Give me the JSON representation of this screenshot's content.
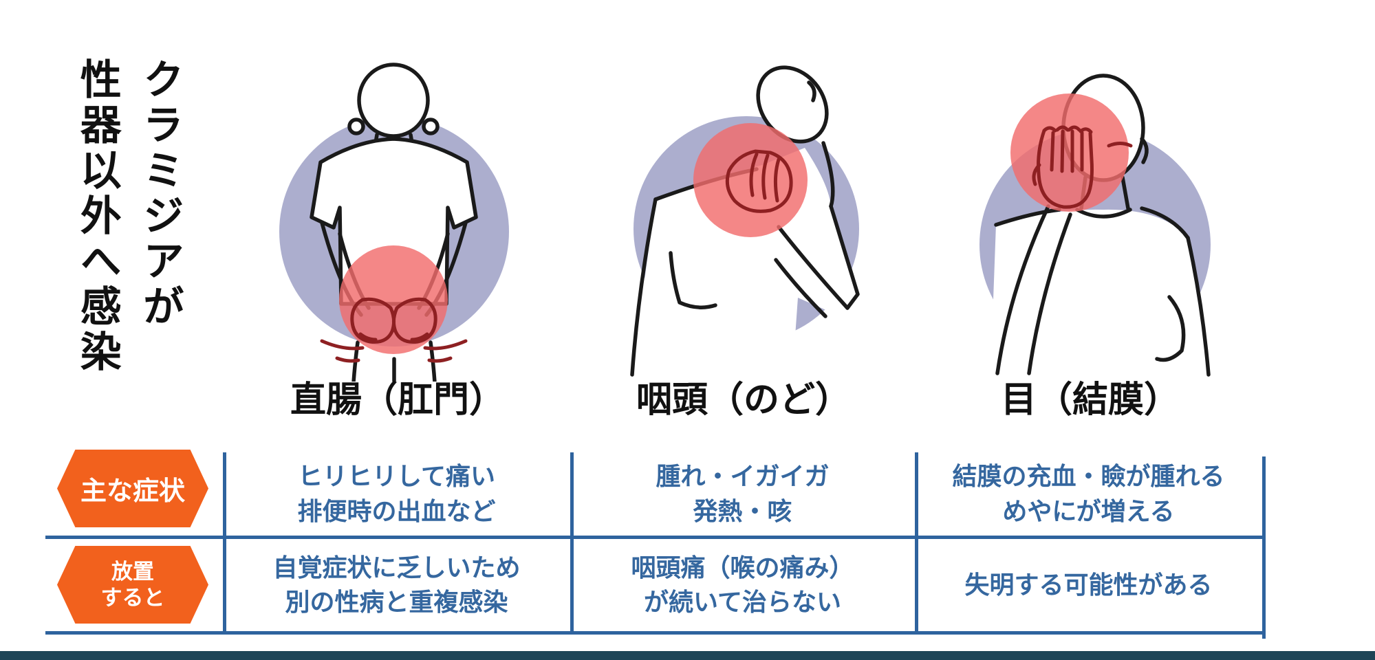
{
  "page": {
    "background": "#FFFFFF",
    "footer_bar_color": "#1E4557"
  },
  "title": {
    "text": "クラミジアが性器以外へ感染",
    "lines": [
      "クラミジアが",
      "性器以外へ感染"
    ]
  },
  "figures": [
    {
      "caption": "直腸（肛門）",
      "illustration": "person-back-view-hands-on-buttocks"
    },
    {
      "caption": "咽頭（のど）",
      "illustration": "person-holding-throat"
    },
    {
      "caption": "目（結膜）",
      "illustration": "person-covering-eye-with-hand"
    }
  ],
  "table": {
    "rows": [
      {
        "badge_lines": [
          "主な症状"
        ],
        "cells": [
          [
            "ヒリヒリして痛い",
            "排便時の出血など"
          ],
          [
            "腫れ・イガイガ",
            "発熱・咳"
          ],
          [
            "結膜の充血・瞼が腫れる",
            "めやにが増える"
          ]
        ]
      },
      {
        "badge_lines": [
          "放置",
          "すると"
        ],
        "cells": [
          [
            "自覚症状に乏しいため",
            "別の性病と重複感染"
          ],
          [
            "咽頭痛（喉の痛み）",
            "が続いて治らない"
          ],
          [
            "失明する可能性がある"
          ]
        ]
      }
    ]
  },
  "colors": {
    "badge_orange": "#F2611D",
    "table_line_blue": "#2E639E",
    "cell_text_blue": "#35679F",
    "highlight_red": "#F26D6D",
    "background_circle_lavender": "#ACAECE",
    "hand_line_dark_red": "#8E2022",
    "outline_black": "#1A1A1A"
  }
}
